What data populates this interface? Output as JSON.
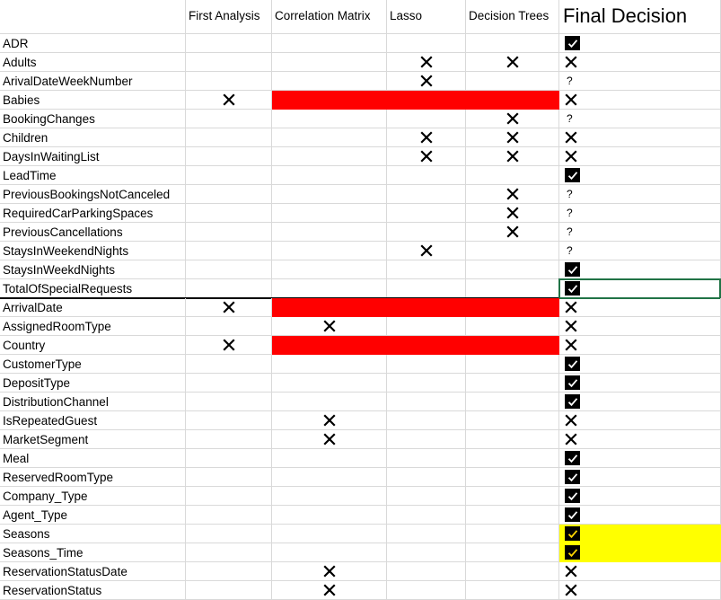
{
  "columns": {
    "first_analysis": "First Analysis",
    "correlation_matrix": "Correlation Matrix",
    "lasso": "Lasso",
    "decision_trees": "Decision Trees",
    "final_decision": "Final Decision"
  },
  "colors": {
    "red_band": "#ff0000",
    "yellow_band": "#ffff00",
    "checkbox": "#000000",
    "check_yellow": "#ffd700",
    "selection": "#217346"
  },
  "rows": [
    {
      "feature": "ADR",
      "fa": "",
      "cm": "",
      "la": "",
      "dt": "",
      "final": "check"
    },
    {
      "feature": "Adults",
      "fa": "",
      "cm": "",
      "la": "x",
      "dt": "x",
      "final": "x"
    },
    {
      "feature": "ArivalDateWeekNumber",
      "fa": "",
      "cm": "",
      "la": "x",
      "dt": "",
      "final": "?"
    },
    {
      "feature": "Babies",
      "fa": "x",
      "cm": "red",
      "la": "red",
      "dt": "red",
      "final": "x"
    },
    {
      "feature": "BookingChanges",
      "fa": "",
      "cm": "",
      "la": "",
      "dt": "x",
      "final": "?"
    },
    {
      "feature": "Children",
      "fa": "",
      "cm": "",
      "la": "x",
      "dt": "x",
      "final": "x"
    },
    {
      "feature": "DaysInWaitingList",
      "fa": "",
      "cm": "",
      "la": "x",
      "dt": "x",
      "final": "x"
    },
    {
      "feature": "LeadTime",
      "fa": "",
      "cm": "",
      "la": "",
      "dt": "",
      "final": "check"
    },
    {
      "feature": "PreviousBookingsNotCanceled",
      "fa": "",
      "cm": "",
      "la": "",
      "dt": "x",
      "final": "?"
    },
    {
      "feature": "RequiredCarParkingSpaces",
      "fa": "",
      "cm": "",
      "la": "",
      "dt": "x",
      "final": "?"
    },
    {
      "feature": "PreviousCancellations",
      "fa": "",
      "cm": "",
      "la": "",
      "dt": "x",
      "final": "?"
    },
    {
      "feature": "StaysInWeekendNights",
      "fa": "",
      "cm": "",
      "la": "x",
      "dt": "",
      "final": "?"
    },
    {
      "feature": "StaysInWeekdNights",
      "fa": "",
      "cm": "",
      "la": "",
      "dt": "",
      "final": "check"
    },
    {
      "feature": "TotalOfSpecialRequests",
      "fa": "",
      "cm": "",
      "la": "",
      "dt": "",
      "final": "check",
      "selected": true
    },
    {
      "feature": "ArrivalDate",
      "fa": "x",
      "cm": "red",
      "la": "red",
      "dt": "red",
      "final": "x"
    },
    {
      "feature": "AssignedRoomType",
      "fa": "",
      "cm": "x",
      "la": "",
      "dt": "",
      "final": "x"
    },
    {
      "feature": "Country",
      "fa": "x",
      "cm": "red",
      "la": "red",
      "dt": "red",
      "final": "x"
    },
    {
      "feature": "CustomerType",
      "fa": "",
      "cm": "",
      "la": "",
      "dt": "",
      "final": "check"
    },
    {
      "feature": "DepositType",
      "fa": "",
      "cm": "",
      "la": "",
      "dt": "",
      "final": "check"
    },
    {
      "feature": "DistributionChannel",
      "fa": "",
      "cm": "",
      "la": "",
      "dt": "",
      "final": "check"
    },
    {
      "feature": "IsRepeatedGuest",
      "fa": "",
      "cm": "x",
      "la": "",
      "dt": "",
      "final": "x"
    },
    {
      "feature": "MarketSegment",
      "fa": "",
      "cm": "x",
      "la": "",
      "dt": "",
      "final": "x"
    },
    {
      "feature": "Meal",
      "fa": "",
      "cm": "",
      "la": "",
      "dt": "",
      "final": "check"
    },
    {
      "feature": "ReservedRoomType",
      "fa": "",
      "cm": "",
      "la": "",
      "dt": "",
      "final": "check"
    },
    {
      "feature": "Company_Type",
      "fa": "",
      "cm": "",
      "la": "",
      "dt": "",
      "final": "check"
    },
    {
      "feature": "Agent_Type",
      "fa": "",
      "cm": "",
      "la": "",
      "dt": "",
      "final": "check"
    },
    {
      "feature": "Seasons",
      "fa": "",
      "cm": "",
      "la": "",
      "dt": "",
      "final": "check-yellow",
      "highlight": "yellow"
    },
    {
      "feature": "Seasons_Time",
      "fa": "",
      "cm": "",
      "la": "",
      "dt": "",
      "final": "check-yellow",
      "highlight": "yellow"
    },
    {
      "feature": "ReservationStatusDate",
      "fa": "",
      "cm": "x",
      "la": "",
      "dt": "",
      "final": "x"
    },
    {
      "feature": "ReservationStatus",
      "fa": "",
      "cm": "x",
      "la": "",
      "dt": "",
      "final": "x"
    }
  ]
}
